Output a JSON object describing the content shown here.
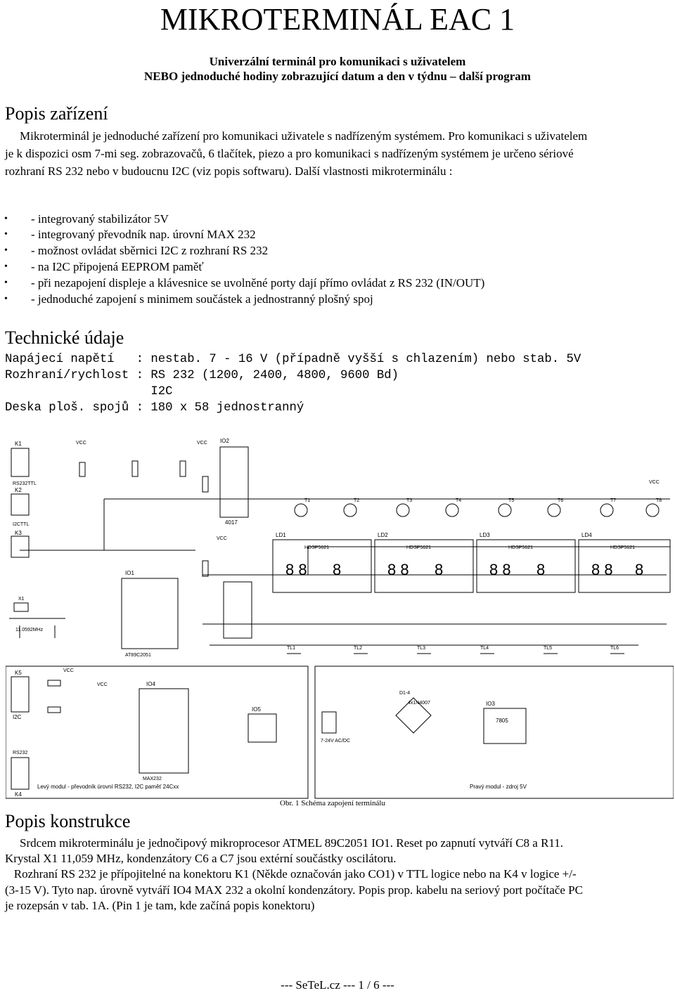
{
  "title": "MIKROTERMINÁL  EAC 1",
  "subtitle_1": "Univerzální terminál pro komunikaci s uživatelem",
  "subtitle_2": "NEBO jednoduché hodiny zobrazující datum a den v týdnu – další program",
  "section_popis_zarizeni": "Popis zařízení",
  "intro_lines": [
    "Mikroterminál je jednoduché zařízení pro komunikaci uživatele s nadřízeným systémem. Pro komunikaci s uživatelem",
    "je k dispozici osm 7-mi  seg. zobrazovačů, 6 tlačítek,  piezo a pro komunikaci s nadřízeným systémem je určeno sériové",
    "rozhraní  RS 232 nebo v budoucnu I2C (viz popis softwaru). Další vlastnosti mikroterminálu :"
  ],
  "features": [
    "- integrovaný stabilizátor 5V",
    "- integrovaný převodník nap. úrovní MAX 232",
    "- možnost ovládat sběrnici I2C z rozhraní RS 232",
    "- na I2C připojená EEPROM paměť",
    "- při nezapojení displeje a klávesnice se uvolněné porty dají přímo ovládat z RS 232 (IN/OUT)",
    "- jednoduché zapojení s minimem součástek a jednostranný plošný spoj"
  ],
  "section_technicke_udaje": "Technické údaje",
  "specs": [
    "Napájecí napětí   : nestab. 7 - 16 V (případně vyšší s chlazením) nebo stab. 5V",
    "Rozhraní/rychlost : RS 232 (1200, 2400, 4800, 9600 Bd)",
    "                    I2C",
    "Deska ploš. spojů : 180 x 58 jednostranný"
  ],
  "schematic": {
    "caption": "Obr. 1 Schéma zapojení terminálu",
    "left_module": "Levý modul - převodník úrovní RS232, I2C paměť 24Cxx",
    "right_module": "Pravý modul - zdroj 5V",
    "connectors": [
      "K1",
      "RS232TTL",
      "K2",
      "I2CTTL",
      "K3",
      "K5",
      "I2C",
      "RS232",
      "K4",
      "K3"
    ],
    "parts": [
      "IO1",
      "AT89C2051",
      "IO2",
      "4017",
      "IO3",
      "7805",
      "IO4",
      "MAX232",
      "IO5",
      "D1-4",
      "4x1N4007"
    ],
    "displays": [
      "LD1",
      "LD2",
      "LD3",
      "LD4"
    ],
    "display_type": "HDSP5621",
    "transistors": [
      "T1",
      "T2",
      "T3",
      "T4",
      "T5",
      "T6",
      "T7",
      "T8"
    ],
    "buttons": [
      "TL1",
      "TL2",
      "TL3",
      "TL4",
      "TL5",
      "TL6"
    ],
    "crystal": "11.0592MHz",
    "supply_label": "7-24V AC/DC",
    "vcc": "VCC"
  },
  "section_popis_konstrukce": "Popis konstrukce",
  "construction_lines": [
    "Srdcem mikroterminálu je jednočipový mikroprocesor ATMEL 89C2051 IO1. Reset po zapnutí vytváří C8 a R11.",
    "Krystal X1 11,059 MHz, kondenzátory  C6 a C7 jsou extérní součástky oscilátoru.",
    "   Rozhraní RS 232 je přípojitelné na konektoru K1 (Někde označován jako CO1) v TTL logice nebo na K4 v logice +/-",
    "(3-15 V). Tyto nap. úrovně vytváří IO4 MAX 232 a okolní kondenzátory. Popis prop. kabelu na seriový port počítače PC",
    "je rozepsán v tab. 1A. (Pin 1 je tam, kde začíná popis konektoru)"
  ],
  "footer": "--- SeTeL.cz --- 1 / 6 ---"
}
